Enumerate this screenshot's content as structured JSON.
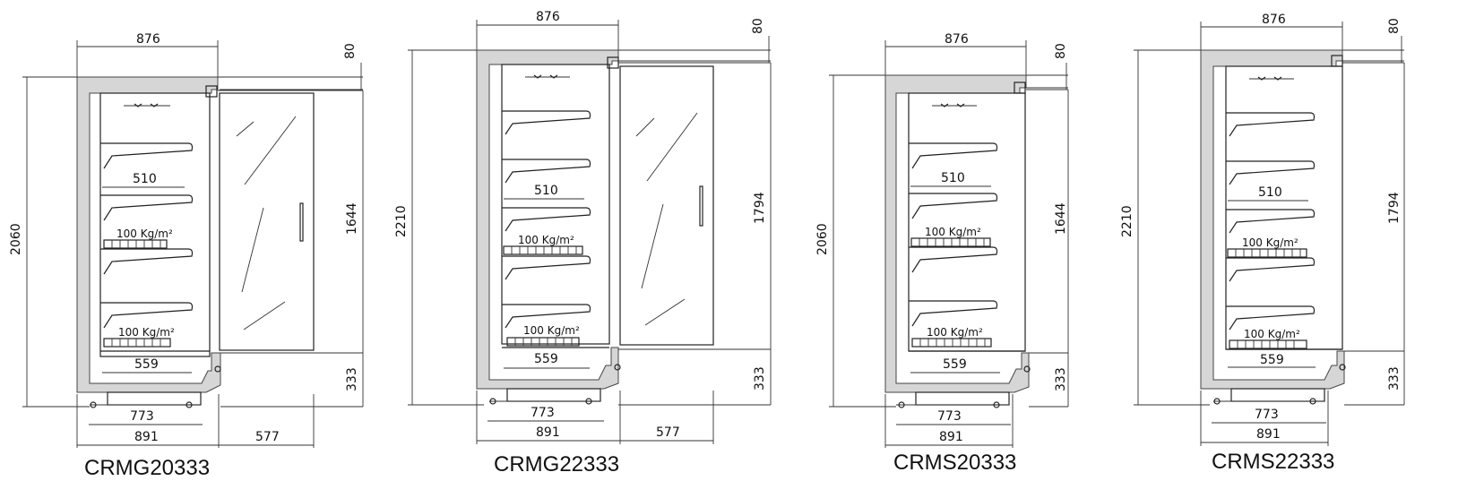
{
  "models": [
    {
      "name": "CRMG20333",
      "width": "876",
      "top_gap": "80",
      "height": "2060",
      "glass_h": "1644",
      "shelf_depth": "510",
      "base_depth": "559",
      "load_upper": "100 Kg/m²",
      "load_lower": "100 Kg/m²",
      "base_h": "333",
      "foot_w": "773",
      "total_depth": "891",
      "door": "577"
    },
    {
      "name": "CRMG22333",
      "width": "876",
      "top_gap": "80",
      "height": "2210",
      "glass_h": "1794",
      "shelf_depth": "510",
      "base_depth": "559",
      "load_upper": "100 Kg/m²",
      "load_lower": "100 Kg/m²",
      "base_h": "333",
      "foot_w": "773",
      "total_depth": "891",
      "door": "577"
    },
    {
      "name": "CRMS20333",
      "width": "876",
      "top_gap": "80",
      "height": "2060",
      "glass_h": "1644",
      "shelf_depth": "510",
      "base_depth": "559",
      "load_upper": "100 Kg/m²",
      "load_lower": "100 Kg/m²",
      "base_h": "333",
      "foot_w": "773",
      "total_depth": "891"
    },
    {
      "name": "CRMS22333",
      "width": "876",
      "top_gap": "80",
      "height": "2210",
      "glass_h": "1794",
      "shelf_depth": "510",
      "base_depth": "559",
      "load_upper": "100 Kg/m²",
      "load_lower": "100 Kg/m²",
      "base_h": "333",
      "foot_w": "773",
      "total_depth": "891"
    }
  ]
}
